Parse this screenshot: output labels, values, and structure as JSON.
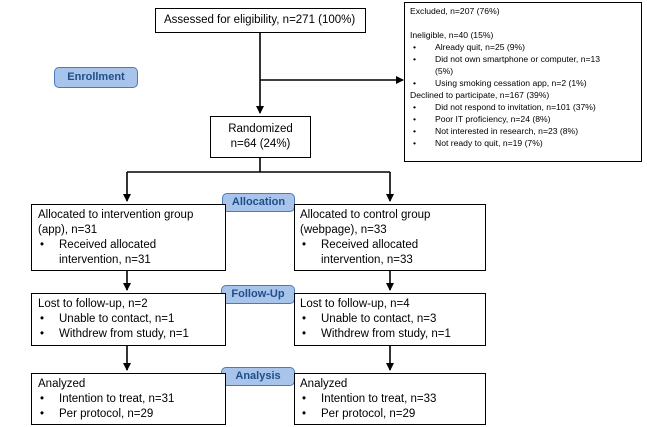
{
  "stages": {
    "enrollment": "Enrollment",
    "allocation": "Allocation",
    "follow_up": "Follow-Up",
    "analysis": "Analysis"
  },
  "assessed": "Assessed for eligibility, n=271 (100%)",
  "excluded": {
    "title": "Excluded, n=207 (76%)",
    "ineligible": "Ineligible, n=40 (15%)",
    "ineligible_items": [
      "Already quit, n=25 (9%)",
      "Did not own smartphone or computer, n=13",
      "(5%)",
      "Using smoking cessation app, n=2 (1%)"
    ],
    "declined": "Declined to participate, n=167 (39%)",
    "declined_items": [
      "Did not respond to invitation, n=101 (37%)",
      "Poor IT proficiency, n=24 (8%)",
      "Not interested in research, n=23 (8%)",
      "Not ready to quit, n=19 (7%)"
    ]
  },
  "randomized": {
    "line1": "Randomized",
    "line2": "n=64 (24%)"
  },
  "allocation": {
    "intervention": {
      "line1": "Allocated to intervention group",
      "line2": "(app), n=31",
      "bullet1": "Received allocated",
      "bullet2": "intervention, n=31"
    },
    "control": {
      "line1": "Allocated to control group",
      "line2": "(webpage), n=33",
      "bullet1": "Received allocated",
      "bullet2": "intervention, n=33"
    }
  },
  "follow_up": {
    "intervention": {
      "title": "Lost to follow-up, n=2",
      "items": [
        "Unable to contact, n=1",
        "Withdrew from study, n=1"
      ]
    },
    "control": {
      "title": "Lost to follow-up, n=4",
      "items": [
        "Unable to contact, n=3",
        "Withdrew from study, n=1"
      ]
    }
  },
  "analysis": {
    "intervention": {
      "title": "Analyzed",
      "items": [
        "Intention to treat, n=31",
        "Per protocol, n=29"
      ]
    },
    "control": {
      "title": "Analyzed",
      "items": [
        "Intention to treat, n=33",
        "Per protocol, n=29"
      ]
    }
  },
  "bullet_symbol": "•",
  "colors": {
    "stage_fill": "#a9c4eb",
    "stage_border": "#4a7ab8",
    "stage_text": "#1f4e89",
    "line": "#000000"
  }
}
